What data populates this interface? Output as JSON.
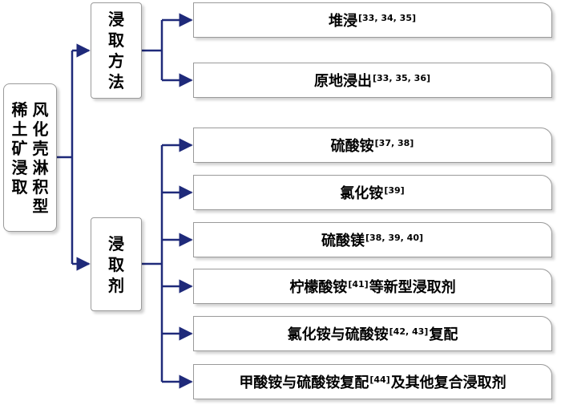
{
  "root": {
    "lines": [
      "风化壳淋积型",
      "稀土矿浸取"
    ]
  },
  "categories": [
    {
      "label": "浸取方法",
      "leaves": [
        {
          "text": "堆浸",
          "ref": "[33, 34, 35]",
          "after": ""
        },
        {
          "text": "原地浸出",
          "ref": "[33, 35, 36]",
          "after": ""
        }
      ]
    },
    {
      "label": "浸取剂",
      "leaves": [
        {
          "text": "硫酸铵",
          "ref": "[37, 38]",
          "after": ""
        },
        {
          "text": "氯化铵",
          "ref": "[39]",
          "after": ""
        },
        {
          "text": "硫酸镁",
          "ref": "[38, 39, 40]",
          "after": ""
        },
        {
          "text": "柠檬酸铵",
          "ref": "[41]",
          "after": "等新型浸取剂"
        },
        {
          "text": "氯化铵与硫酸铵",
          "ref": "[42, 43]",
          "after": "复配"
        },
        {
          "text": "甲酸铵与硫酸铵复配",
          "ref": "[44]",
          "after": "及其他复合浸取剂"
        }
      ]
    }
  ],
  "colors": {
    "connector": "#1f2a7a",
    "border": "#9a9a9a"
  }
}
